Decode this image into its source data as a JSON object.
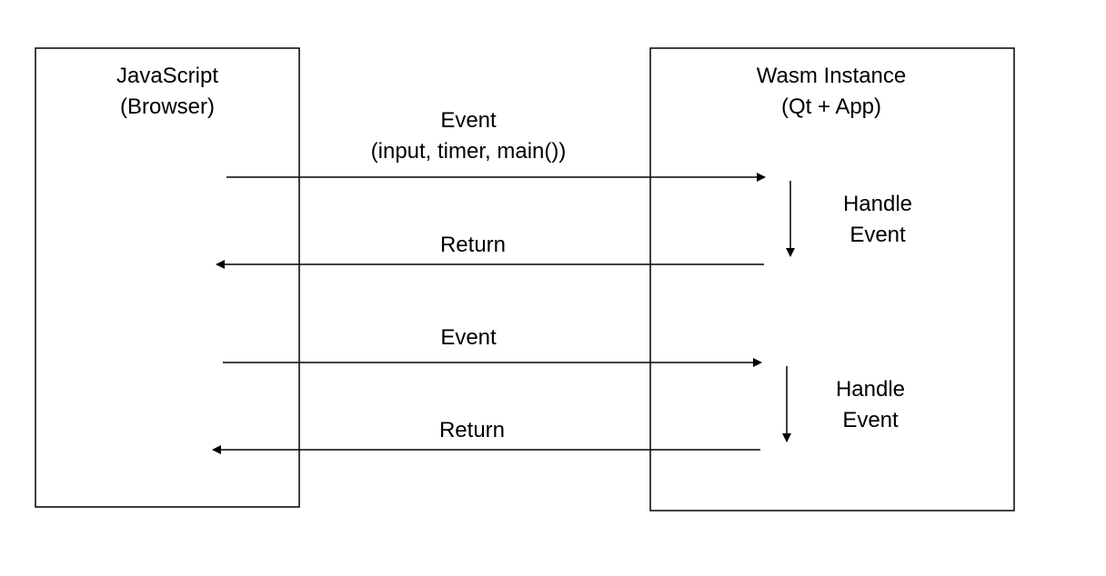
{
  "left_box": {
    "title_line1": "JavaScript",
    "title_line2": "(Browser)"
  },
  "right_box": {
    "title_line1": "Wasm Instance",
    "title_line2": "(Qt + App)"
  },
  "messages": [
    {
      "line1": "Event",
      "line2": "(input, timer, main())",
      "direction": "to-wasm"
    },
    {
      "line1": "Return",
      "direction": "to-browser"
    },
    {
      "line1": "Event",
      "direction": "to-wasm"
    },
    {
      "line1": "Return",
      "direction": "to-browser"
    }
  ],
  "handlers": [
    {
      "line1": "Handle",
      "line2": "Event"
    },
    {
      "line1": "Handle",
      "line2": "Event"
    }
  ],
  "colors": {
    "stroke": "#000000",
    "background": "#ffffff"
  }
}
